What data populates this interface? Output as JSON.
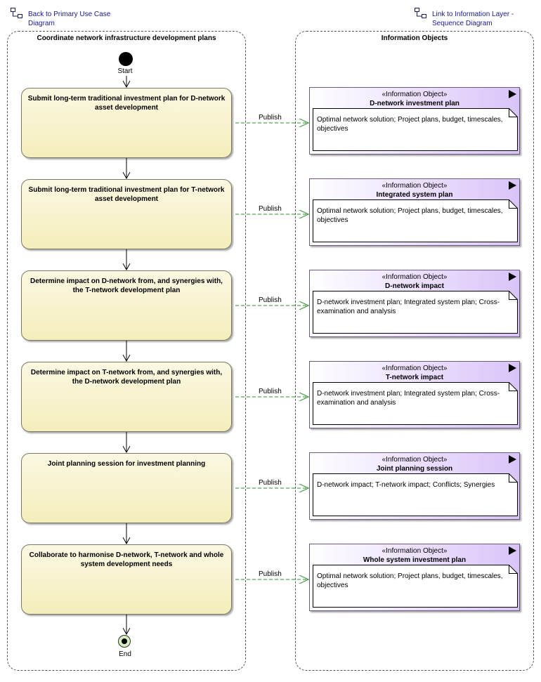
{
  "links": {
    "back": "Back to Primary Use Case\nDiagram",
    "forward": "Link to Information Layer -\nSequence Diagram"
  },
  "lanes": {
    "left_title": "Coordinate network infrastructure development plans",
    "right_title": "Information Objects"
  },
  "start_label": "Start",
  "end_label": "End",
  "flow_label": "Publish",
  "stereotype": "«Information Object»",
  "actions": [
    "Submit long-term traditional investment plan for D-network asset development",
    "Submit long-term traditional investment plan for T-network asset development",
    "Determine impact on D-network from, and synergies with, the T-network development plan",
    "Determine impact on T-network from, and synergies with, the D-network development plan",
    "Joint planning session for investment planning",
    "Collaborate to harmonise D-network, T-network and whole system development needs"
  ],
  "info_objects": [
    {
      "name": "D-network investment plan",
      "notes": "Optimal network solution; Project plans, budget, timescales, objectives"
    },
    {
      "name": "Integrated system plan",
      "notes": "Optimal network solution; Project plans, budget, timescales, objectives"
    },
    {
      "name": "D-network impact",
      "notes": "D-network investment plan; Integrated system plan; Cross-examination and analysis"
    },
    {
      "name": "T-network impact",
      "notes": "D-network investment plan; Integrated system plan; Cross-examination and analysis"
    },
    {
      "name": "Joint planning session",
      "notes": "D-network impact; T-network impact; Conflicts; Synergies"
    },
    {
      "name": "Whole system investment plan",
      "notes": "Optimal network solution; Project plans, budget, timescales, objectives"
    }
  ],
  "colors": {
    "action_fill": "#f4eebc",
    "info_fill": "#d9c4f7",
    "flow_line": "#2e8b2e",
    "link_text": "#1a1a8c"
  }
}
